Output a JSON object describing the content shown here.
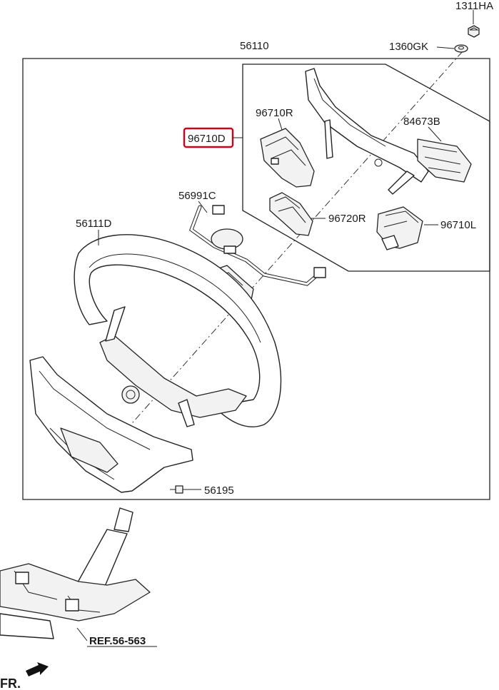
{
  "labels": {
    "p1311HA": "1311HA",
    "p1360GK": "1360GK",
    "p56110": "56110",
    "p96710R": "96710R",
    "p96710D": "96710D",
    "p84673B": "84673B",
    "p56991C": "56991C",
    "p96720R": "96720R",
    "p56111D": "56111D",
    "p96710L": "96710L",
    "p56195": "56195",
    "ref": "REF.56-563",
    "fr": "FR."
  },
  "colors": {
    "highlight": "#d0021b",
    "line": "#222222"
  }
}
